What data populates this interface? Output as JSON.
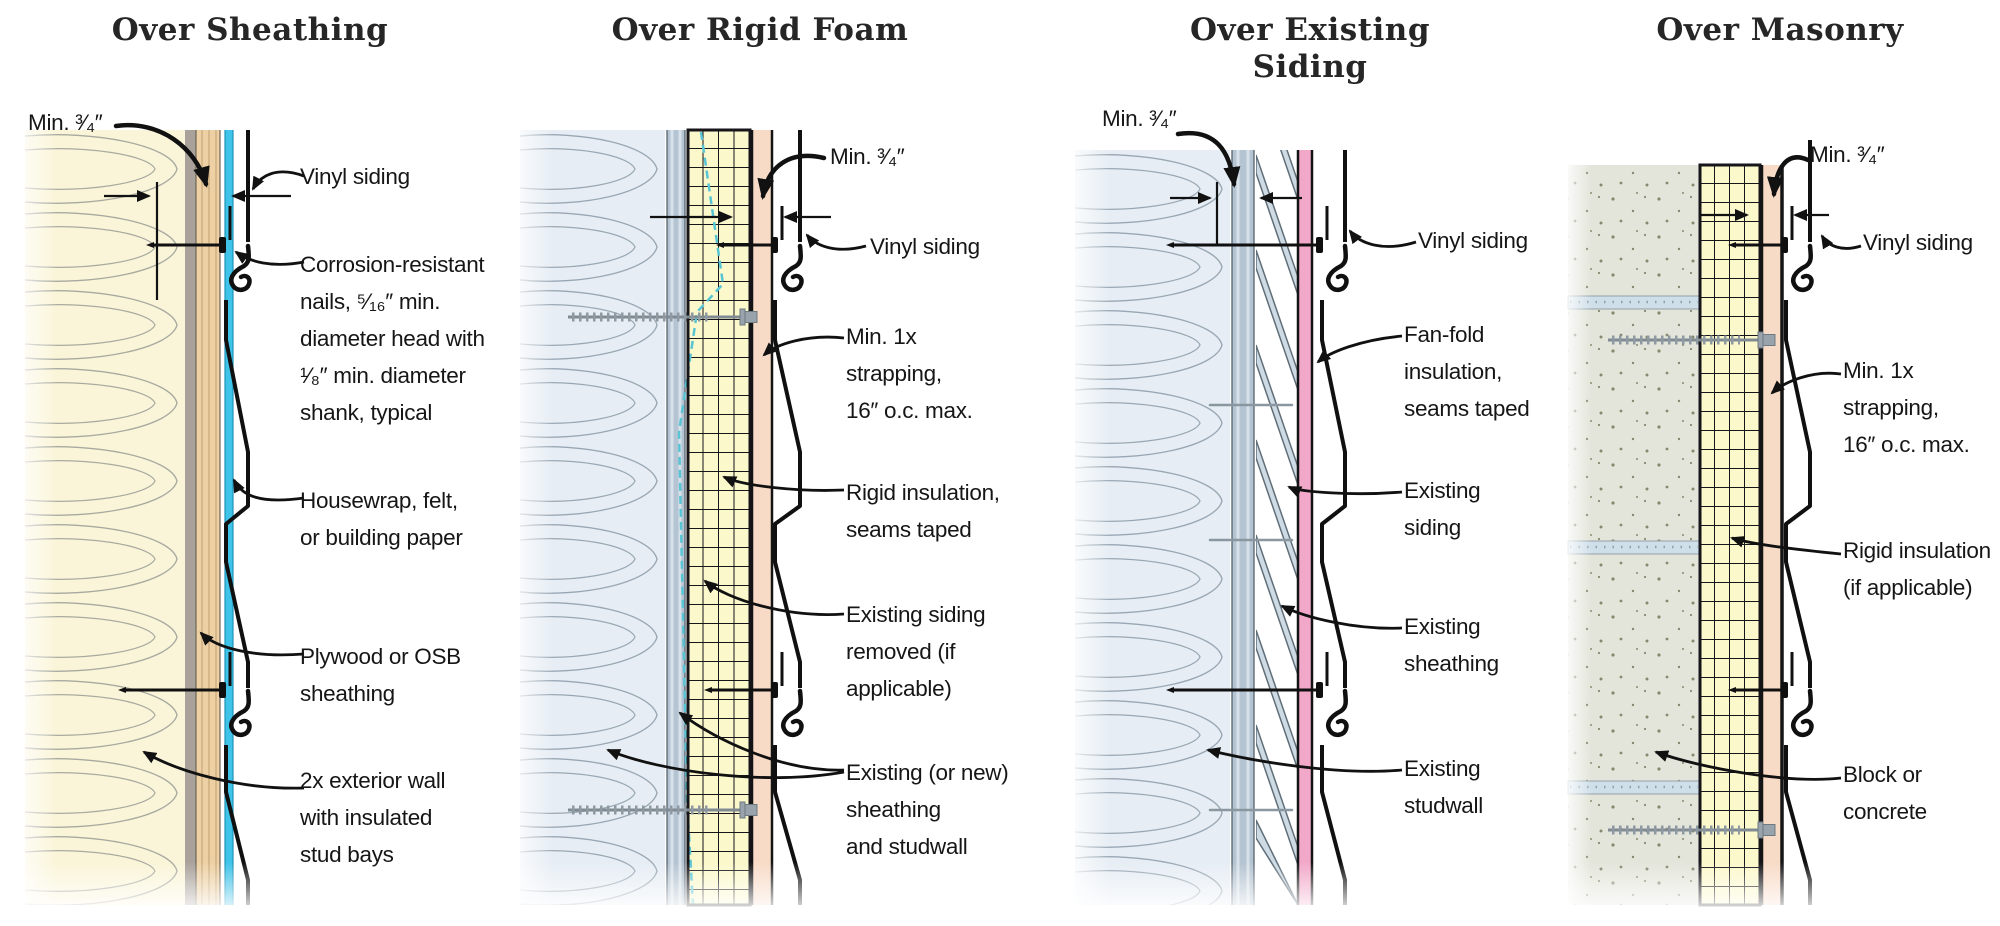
{
  "panels": [
    {
      "title": "Over Sheathing",
      "labels": {
        "min_dim": "Min. ³⁄₄″",
        "vinyl": "Vinyl siding",
        "nails": "Corrosion-resistant\nnails, ⁵⁄₁₆″ min.\ndiameter head with\n¹⁄₈″ min. diameter\nshank, typical",
        "housewrap": "Housewrap, felt,\nor building paper",
        "sheathing": "Plywood or OSB\nsheathing",
        "wall": "2x exterior wall\nwith insulated\nstud bays"
      }
    },
    {
      "title": "Over Rigid Foam",
      "labels": {
        "min_dim": "Min. ³⁄₄″",
        "vinyl": "Vinyl siding",
        "strapping": "Min. 1x\nstrapping,\n16″ o.c. max.",
        "rigid": "Rigid insulation,\nseams taped",
        "removed": "Existing siding\nremoved (if\napplicable)",
        "existing": "Existing (or new)\nsheathing\nand studwall"
      }
    },
    {
      "title": "Over Existing\nSiding",
      "labels": {
        "min_dim": "Min. ³⁄₄″",
        "vinyl": "Vinyl siding",
        "fanfold": "Fan-fold\ninsulation,\nseams taped",
        "siding": "Existing\nsiding",
        "sheathing": "Existing\nsheathing",
        "studwall": "Existing\nstudwall"
      }
    },
    {
      "title": "Over Masonry",
      "labels": {
        "min_dim": "Min. ³⁄₄″",
        "vinyl": "Vinyl siding",
        "strapping": "Min. 1x\nstrapping,\n16″ o.c. max.",
        "rigid": "Rigid insulation\n(if applicable)",
        "block": "Block or\nconcrete"
      }
    }
  ],
  "colors": {
    "batt_yellow": "#faf5d8",
    "batt_blue": "#e6edf4",
    "plywood_tan": "#edd1a5",
    "housewrap_cyan": "#3fc3e9",
    "rigid_foam_yellow": "#fbf8cb",
    "strapping_salmon": "#f8dbc7",
    "fanfold_pink": "#f2a9c9",
    "concrete_gray": "#e3e5da",
    "line_black": "#101010"
  }
}
